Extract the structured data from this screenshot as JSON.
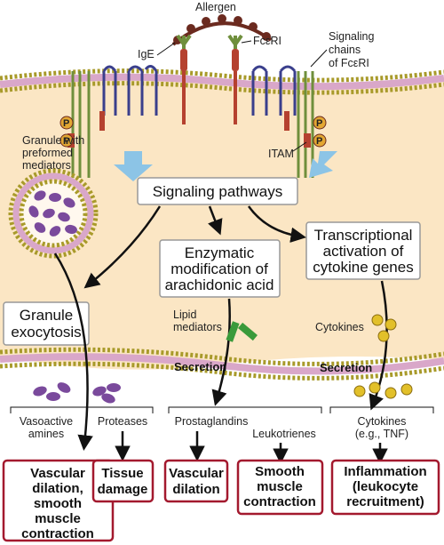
{
  "labels": {
    "allergen": "Allergen",
    "ige": "IgE",
    "fceri": "FcεRI",
    "signaling_chains_1": "Signaling",
    "signaling_chains_2": "chains",
    "signaling_chains_3": "of FcεRI",
    "granule_1": "Granule with",
    "granule_2": "preformed",
    "granule_3": "mediators",
    "itam": "ITAM",
    "p": "P",
    "lipid_1": "Lipid",
    "lipid_2": "mediators",
    "cytokines": "Cytokines",
    "secretion_1": "Secretion",
    "secretion_2": "Secretion"
  },
  "boxes": {
    "signaling": "Signaling pathways",
    "enzymatic": [
      "Enzymatic",
      "modification of",
      "arachidonic acid"
    ],
    "transcription": [
      "Transcriptional",
      "activation of",
      "cytokine genes"
    ],
    "exocytosis": [
      "Granule",
      "exocytosis"
    ]
  },
  "mediators": {
    "vasoactive": [
      "Vasoactive",
      "amines"
    ],
    "proteases": "Proteases",
    "prostaglandins": "Prostaglandins",
    "leukotrienes": "Leukotrienes",
    "cytokines": [
      "Cytokines",
      "(e.g., TNF)"
    ]
  },
  "outcomes": {
    "vascular_smooth": [
      "Vascular",
      "dilation,",
      "smooth",
      "muscle",
      "contraction"
    ],
    "tissue": [
      "Tissue",
      "damage"
    ],
    "vascular": [
      "Vascular",
      "dilation"
    ],
    "smooth": [
      "Smooth",
      "muscle",
      "contraction"
    ],
    "inflammation": [
      "Inflammation",
      "(leukocyte",
      "recruitment)"
    ]
  },
  "colors": {
    "cytoplasm": "#fbe6c4",
    "lipid_head": "#a89a2a",
    "lipid_tail": "#d9a7c9",
    "receptor_blue": "#3a3f8c",
    "receptor_red": "#b5412f",
    "receptor_green": "#6f8f3c",
    "arrow_blue": "#8cc4e6",
    "outcome_border": "#a3192e",
    "granule_purple": "#7a4a9c",
    "cytokine_yellow": "#e2c02a",
    "lipid_green": "#3a9a3a",
    "allergen_brown": "#6b2a1f",
    "p_orange": "#e3a733"
  }
}
